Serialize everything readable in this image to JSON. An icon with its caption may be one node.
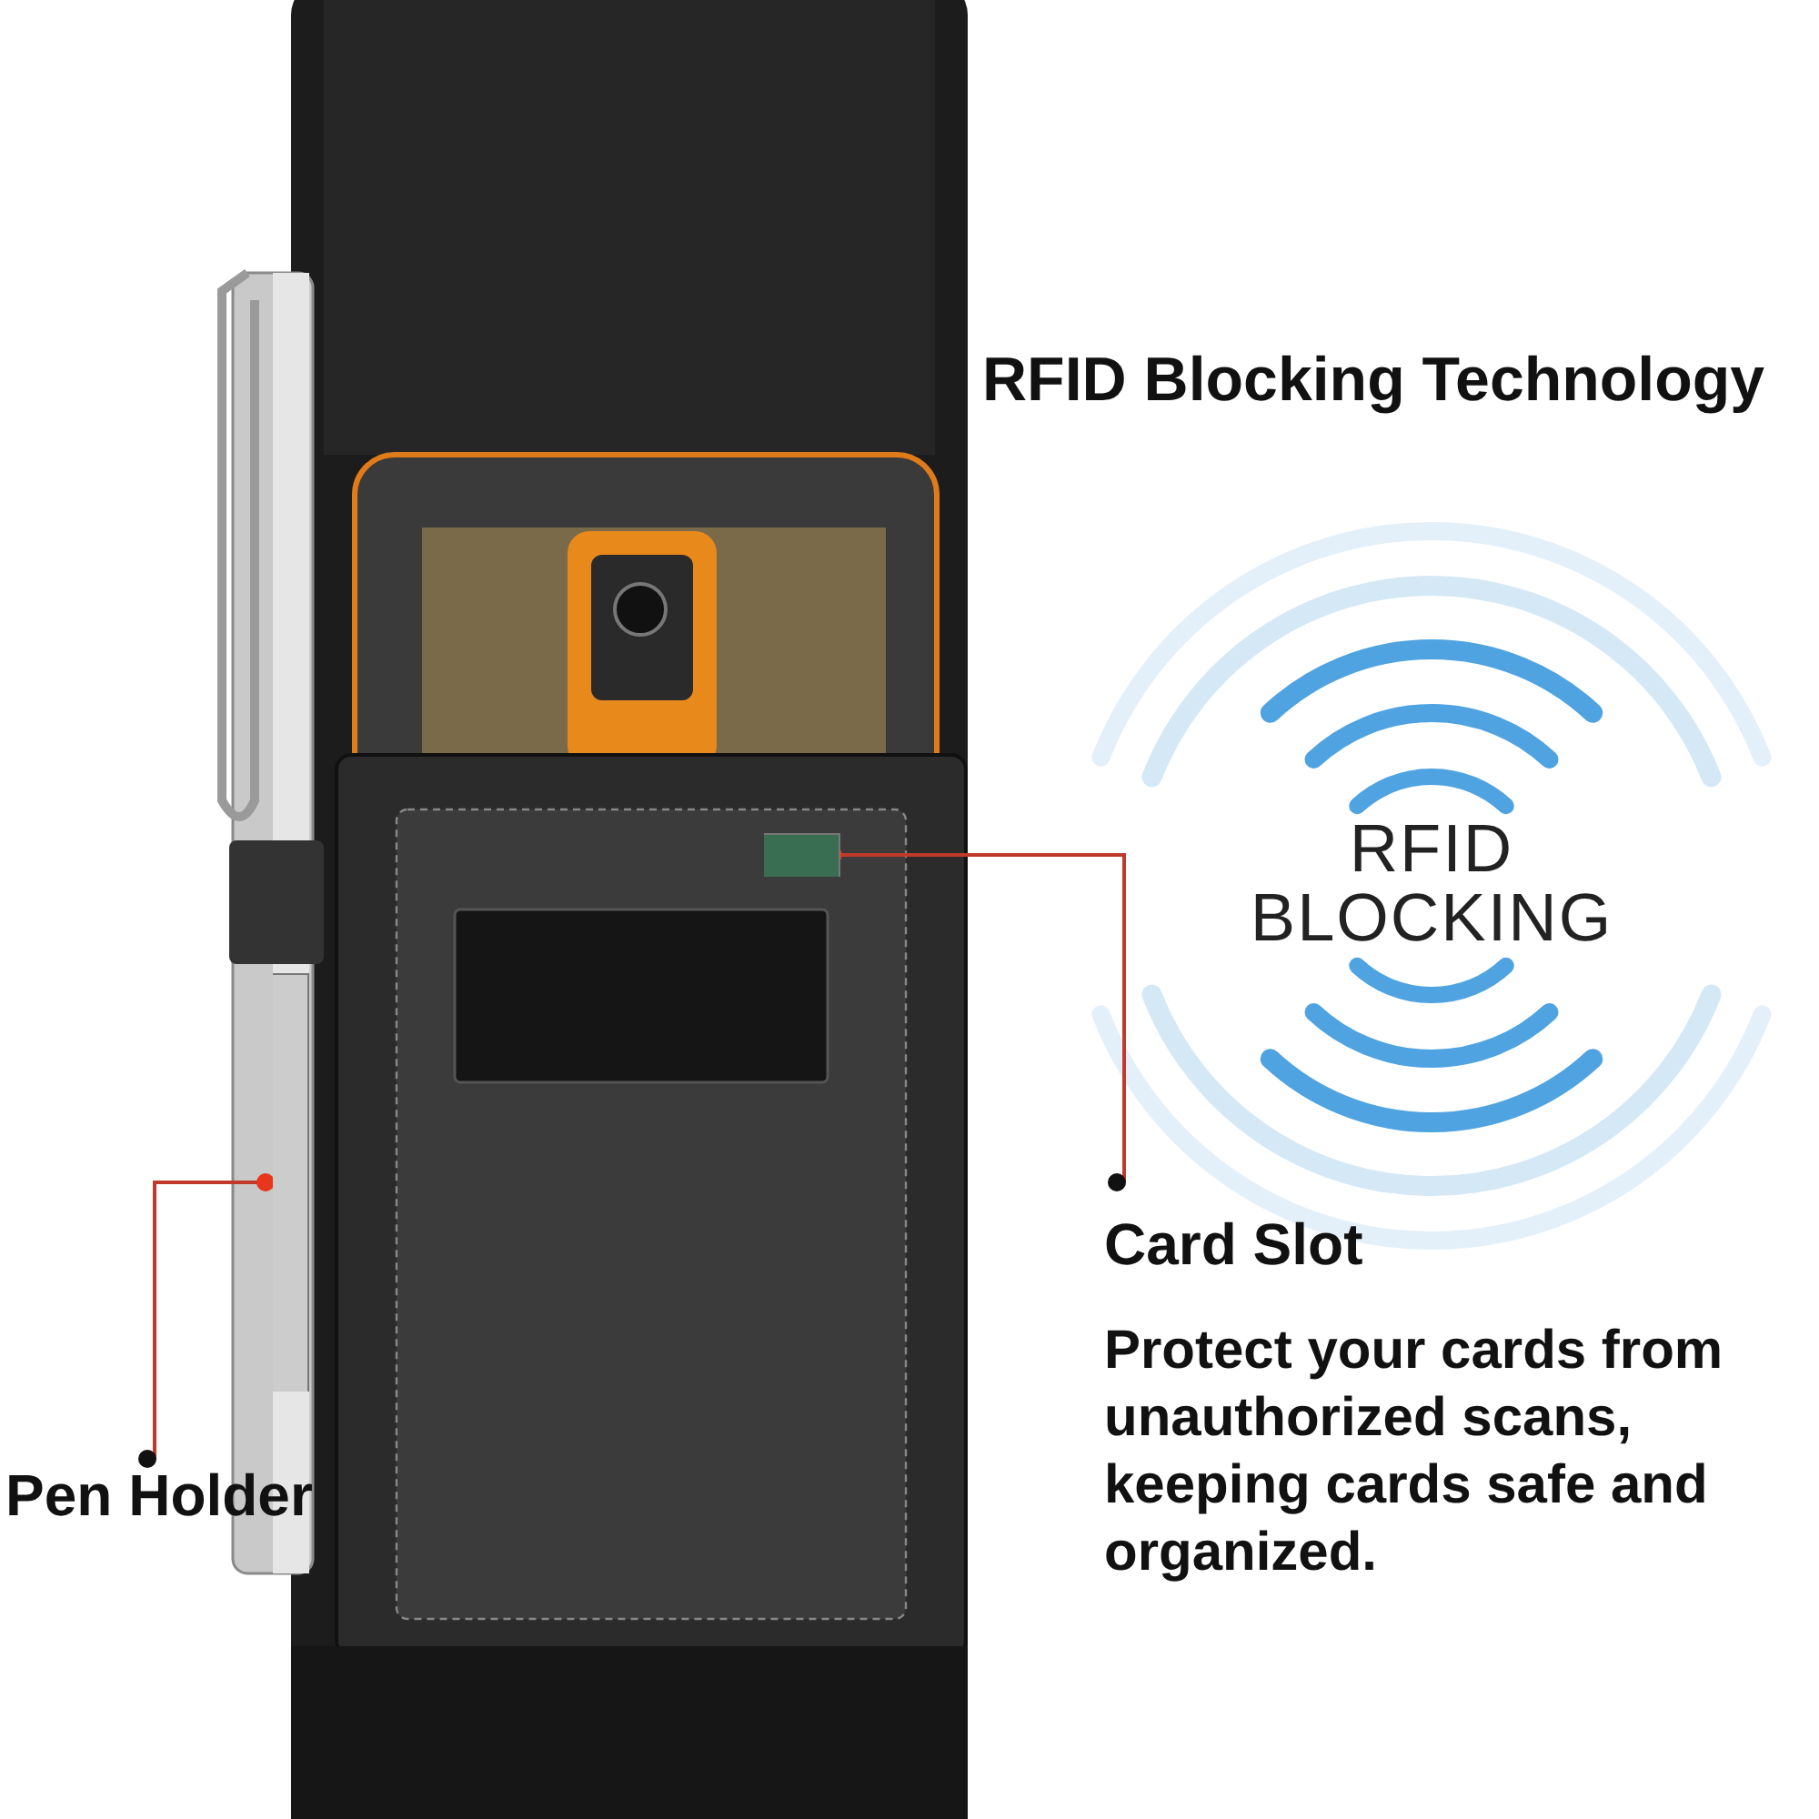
{
  "diagram": {
    "nodes": [
      {
        "text": [
          "Pen Holder"
        ]
      },
      {
        "text": [],
        "shape": "box"
      },
      {
        "text": [
          "Card Slot"
        ]
      },
      {
        "text": [],
        "shape": "box"
      }
    ],
    "edges": [
      {
        "from": 0,
        "to": 1,
        "arrow": "other",
        "color": "#c0392b"
      },
      {
        "from": 2,
        "to": 3,
        "arrow": "other",
        "color": "#c0392b"
      }
    ],
    "labels": [
      "RFID Blocking Technology",
      "RFID BLOCKING",
      "Protect your cards from unauthorized scans, keeping cards safe and organized."
    ]
  }
}
